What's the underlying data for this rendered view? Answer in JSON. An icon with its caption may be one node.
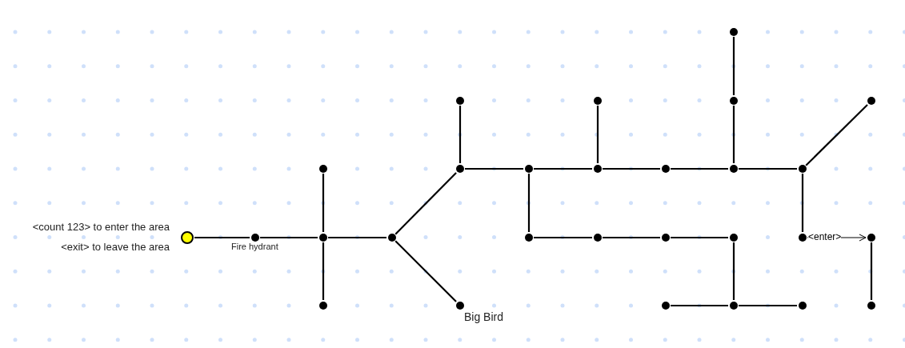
{
  "diagram": {
    "nodes": [
      {
        "text": [],
        "shape": "circle"
      },
      {
        "text": [],
        "shape": "circle"
      },
      {
        "text": [],
        "shape": "circle"
      },
      {
        "text": [],
        "shape": "circle"
      },
      {
        "text": [],
        "shape": "circle"
      },
      {
        "text": [],
        "shape": "circle"
      },
      {
        "text": [],
        "shape": "circle"
      },
      {
        "text": [],
        "shape": "circle"
      },
      {
        "text": [],
        "shape": "circle"
      },
      {
        "text": [],
        "shape": "circle"
      },
      {
        "text": [],
        "shape": "circle"
      },
      {
        "text": [],
        "shape": "circle"
      },
      {
        "text": [],
        "shape": "circle",
        "beside": [
          "<count 123> to enter the area",
          "<exit> to leave the area"
        ]
      },
      {
        "text": [],
        "shape": "circle",
        "beside": [
          "Fire hydrant"
        ]
      },
      {
        "text": [],
        "shape": "circle"
      },
      {
        "text": [],
        "shape": "circle"
      },
      {
        "text": [],
        "shape": "circle"
      },
      {
        "text": [],
        "shape": "circle"
      },
      {
        "text": [],
        "shape": "circle"
      },
      {
        "text": [],
        "shape": "circle"
      },
      {
        "text": [],
        "shape": "circle"
      },
      {
        "text": [],
        "shape": "circle"
      },
      {
        "text": [],
        "shape": "circle"
      },
      {
        "text": [],
        "shape": "circle",
        "beside": [
          "Big Bird"
        ]
      },
      {
        "text": [],
        "shape": "circle"
      },
      {
        "text": [],
        "shape": "circle"
      },
      {
        "text": [],
        "shape": "circle"
      },
      {
        "text": [],
        "shape": "circle"
      }
    ],
    "edges": [
      {
        "from": 12,
        "to": 13,
        "arrow": "none"
      },
      {
        "from": 13,
        "to": 14,
        "arrow": "none"
      },
      {
        "from": 5,
        "to": 14,
        "arrow": "none"
      },
      {
        "from": 14,
        "to": 22,
        "arrow": "none"
      },
      {
        "from": 14,
        "to": 15,
        "arrow": "none"
      },
      {
        "from": 15,
        "to": 6,
        "arrow": "none"
      },
      {
        "from": 15,
        "to": 23,
        "arrow": "none"
      },
      {
        "from": 1,
        "to": 6,
        "arrow": "none"
      },
      {
        "from": 6,
        "to": 7,
        "arrow": "none"
      },
      {
        "from": 7,
        "to": 8,
        "arrow": "none"
      },
      {
        "from": 8,
        "to": 9,
        "arrow": "none"
      },
      {
        "from": 9,
        "to": 10,
        "arrow": "none"
      },
      {
        "from": 10,
        "to": 11,
        "arrow": "none"
      },
      {
        "from": 2,
        "to": 8,
        "arrow": "none"
      },
      {
        "from": 0,
        "to": 3,
        "arrow": "none"
      },
      {
        "from": 3,
        "to": 10,
        "arrow": "none"
      },
      {
        "from": 11,
        "to": 4,
        "arrow": "none"
      },
      {
        "from": 7,
        "to": 16,
        "arrow": "none"
      },
      {
        "from": 16,
        "to": 17,
        "arrow": "none"
      },
      {
        "from": 17,
        "to": 18,
        "arrow": "none"
      },
      {
        "from": 18,
        "to": 19,
        "arrow": "none"
      },
      {
        "from": 19,
        "to": 25,
        "arrow": "none"
      },
      {
        "from": 24,
        "to": 25,
        "arrow": "none"
      },
      {
        "from": 25,
        "to": 26,
        "arrow": "none"
      },
      {
        "from": 11,
        "to": 20,
        "arrow": "none"
      },
      {
        "from": 20,
        "to": 21,
        "arrow": "to",
        "label": "<enter>"
      },
      {
        "from": 21,
        "to": 27,
        "arrow": "none"
      }
    ]
  }
}
